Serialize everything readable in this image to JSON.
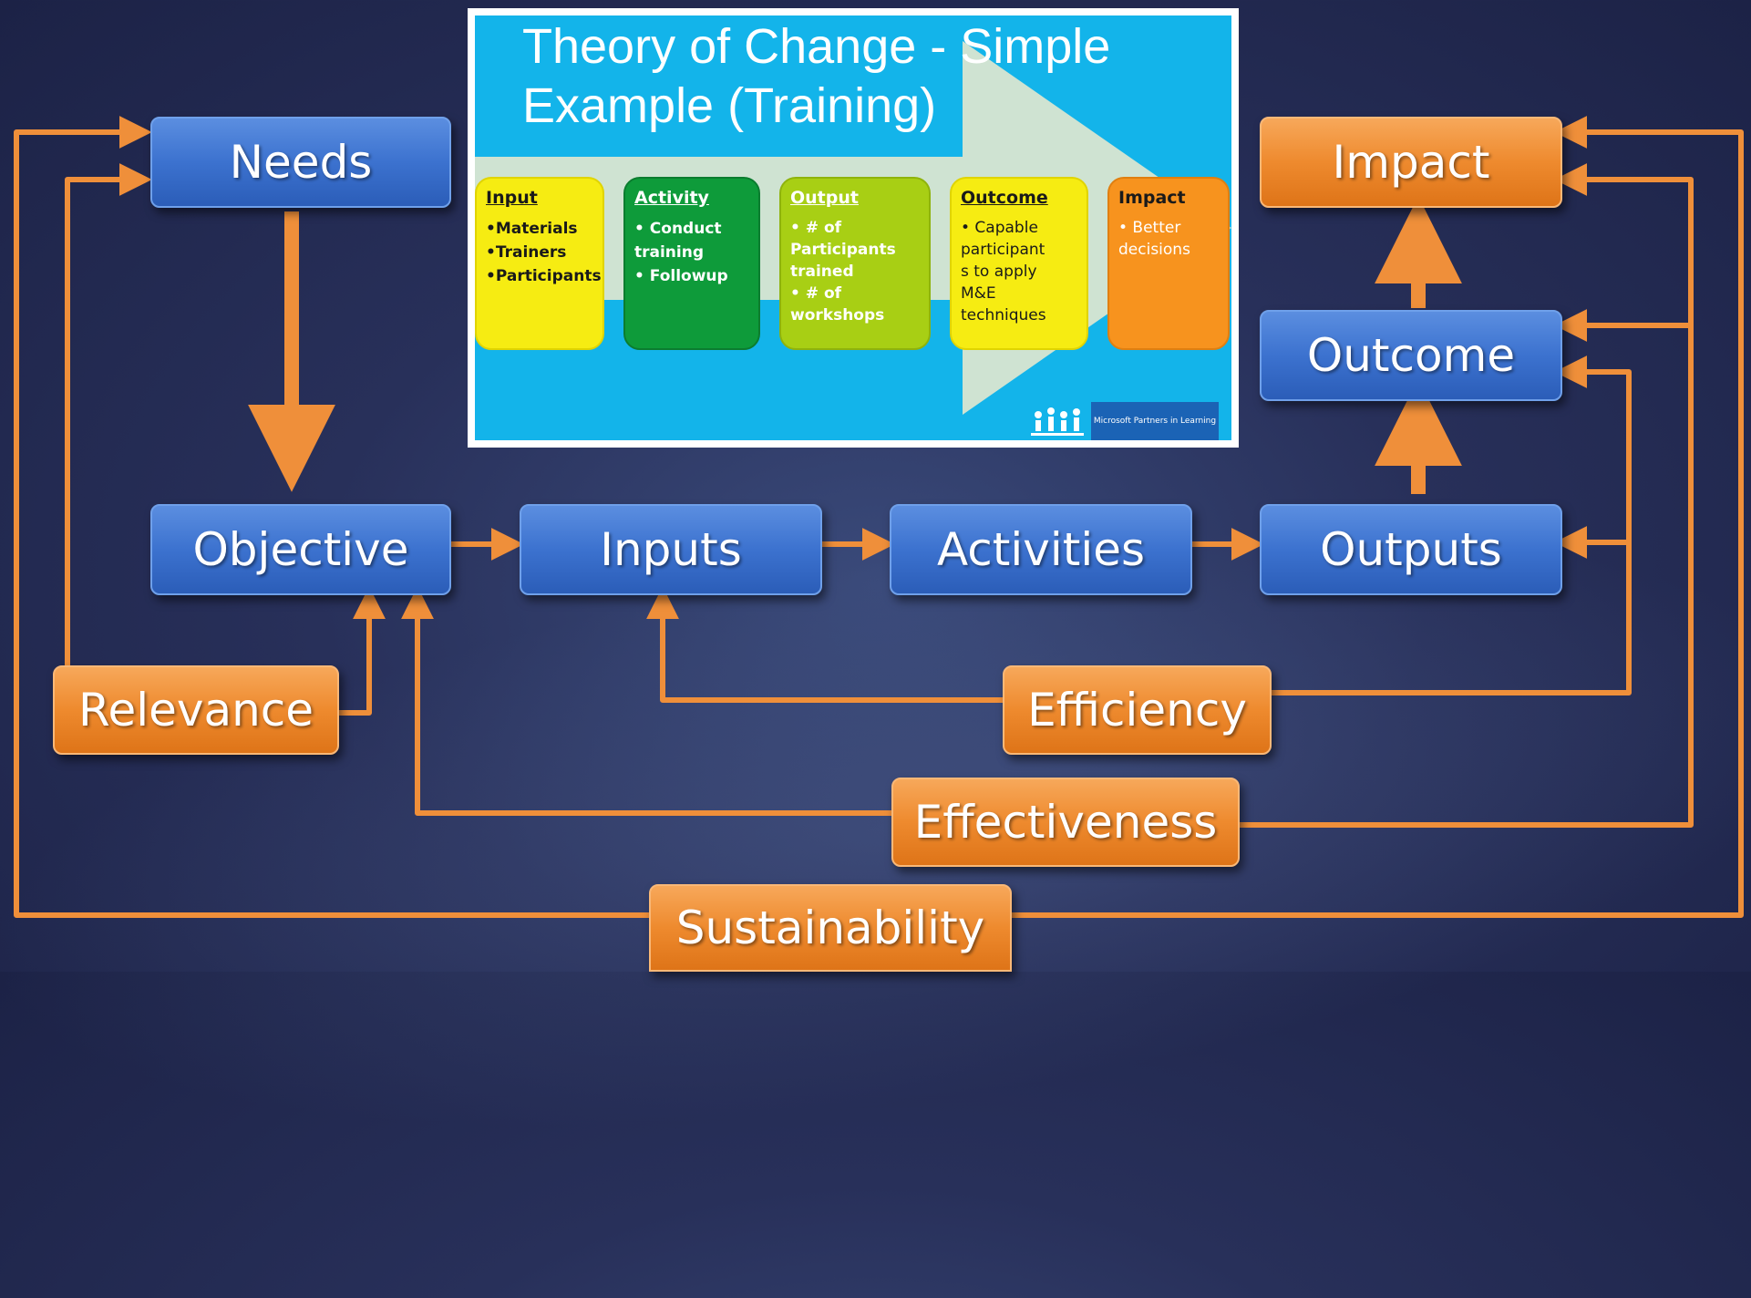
{
  "colors": {
    "background": "#28305a",
    "blue_box": "#3c72cf",
    "orange_box": "#ee8a2e",
    "connector": "#ef8f3a",
    "slide_bg": "#13b4ea"
  },
  "boxes": {
    "needs": "Needs",
    "objective": "Objective",
    "inputs": "Inputs",
    "activities": "Activities",
    "outputs": "Outputs",
    "outcome": "Outcome",
    "impact": "Impact",
    "relevance": "Relevance",
    "efficiency": "Efficiency",
    "effectiveness": "Effectiveness",
    "sustainability": "Sustainability"
  },
  "slide": {
    "title": "Theory of Change - Simple Example (Training)",
    "cards": {
      "input": {
        "title": "Input",
        "items": [
          "•Materials",
          "•Trainers",
          "•Participants"
        ],
        "color": "#f6ec12"
      },
      "activity": {
        "title": "Activity",
        "items": [
          "•  Conduct\n    training",
          "•  Followup"
        ],
        "color": "#0e9b3a"
      },
      "output": {
        "title": "Output",
        "items": [
          "•  # of\n    Participants\n    trained",
          "•  # of\n    workshops"
        ],
        "color": "#a8cf14"
      },
      "outcome": {
        "title": "Outcome",
        "items": [
          "•  Capable\n    participant\n    s to apply\n    M&E\n    techniques"
        ],
        "color": "#f6ec12"
      },
      "impact": {
        "title": "Impact",
        "items": [
          "•  Better\n    decisions"
        ],
        "color": "#f7931e"
      }
    },
    "footer_text": "Microsoft Partners in Learning",
    "logo_icon": "people-logo-icon"
  }
}
